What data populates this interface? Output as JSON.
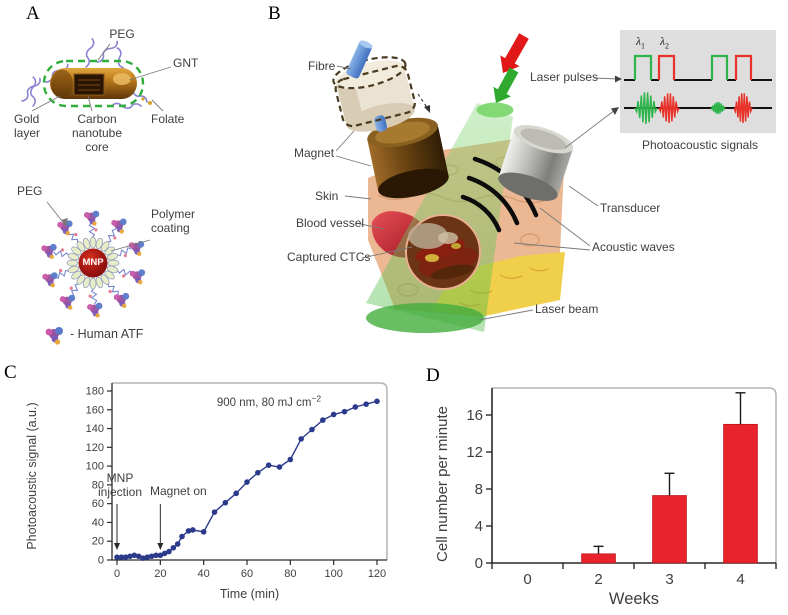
{
  "panel_labels": {
    "a": "A",
    "b": "B",
    "c": "C",
    "d": "D"
  },
  "panelA": {
    "gnt": {
      "peg": "PEG",
      "gnt": "GNT",
      "gold_layer": [
        "Gold",
        "layer"
      ],
      "core": [
        "Carbon",
        "nanotube",
        "core"
      ],
      "folate": "Folate"
    },
    "mnp": {
      "peg": "PEG",
      "polymer_coating": [
        "Polymer",
        "coating"
      ],
      "core": "MNP",
      "legend": "- Human ATF"
    }
  },
  "panelB": {
    "fibre": "Fibre",
    "magnet": "Magnet",
    "skin": "Skin",
    "blood_vessel": "Blood vessel",
    "captured_ctcs": "Captured CTCs",
    "laser_pulses": "Laser pulses",
    "photoacoustic_signals": "Photoacoustic signals",
    "transducer": "Transducer",
    "acoustic_waves": "Acoustic waves",
    "laser_beam": "Laser beam",
    "inset": {
      "lambda1": "λ",
      "lambda1_sub": "1",
      "lambda2": "λ",
      "lambda2_sub": "2"
    }
  },
  "colors": {
    "line": "#2c3a8c",
    "bar": "#e8232b",
    "bar_edge": "#b01015",
    "pulse_green": "#2eb44a",
    "pulse_red": "#e8332a",
    "frame_gray": "#b4b4b4",
    "axis": "#2a2a2a",
    "text": "#3f3f3f"
  },
  "chart_data": [
    {
      "id": "panel_c",
      "type": "line",
      "title": "",
      "xlabel": "Time (min)",
      "ylabel": "Photoacoustic signal (a.u.)",
      "xlim": [
        0,
        120
      ],
      "ylim": [
        0,
        180
      ],
      "xticks": [
        0,
        20,
        40,
        60,
        80,
        100,
        120
      ],
      "yticks": [
        0,
        20,
        40,
        60,
        80,
        100,
        120,
        140,
        160,
        180
      ],
      "grid": false,
      "annotation": {
        "prefix": "900 nm, 80 mJ cm",
        "sup": "−2"
      },
      "event_annotations": [
        {
          "lines": [
            "MNP",
            "injection"
          ],
          "x": 0
        },
        {
          "lines": [
            "Magnet on"
          ],
          "x": 20
        }
      ],
      "series": [
        {
          "name": "photoacoustic signal",
          "x": [
            0,
            2,
            4,
            6,
            8,
            10,
            12,
            14,
            16,
            18,
            20,
            22,
            24,
            26,
            28,
            30,
            33,
            35,
            40,
            45,
            50,
            55,
            60,
            65,
            70,
            75,
            80,
            85,
            90,
            95,
            100,
            105,
            110,
            115,
            120
          ],
          "y": [
            3,
            3,
            3,
            4,
            5,
            4,
            2,
            3,
            4,
            5,
            5,
            7,
            9,
            13,
            17,
            25,
            31,
            32,
            30,
            51,
            61,
            71,
            83,
            93,
            101,
            99,
            107,
            129,
            139,
            149,
            155,
            158,
            163,
            166,
            169
          ]
        }
      ]
    },
    {
      "id": "panel_d",
      "type": "bar",
      "title": "",
      "xlabel": "Weeks",
      "ylabel": "Cell number per minute",
      "categories": [
        "0",
        "2",
        "3",
        "4"
      ],
      "values": [
        0,
        1,
        7.3,
        15
      ],
      "errors": [
        0,
        0.8,
        2.4,
        3.4
      ],
      "yticks": [
        0,
        4,
        8,
        12,
        16
      ],
      "ylim": [
        0,
        19
      ],
      "grid": false
    }
  ]
}
